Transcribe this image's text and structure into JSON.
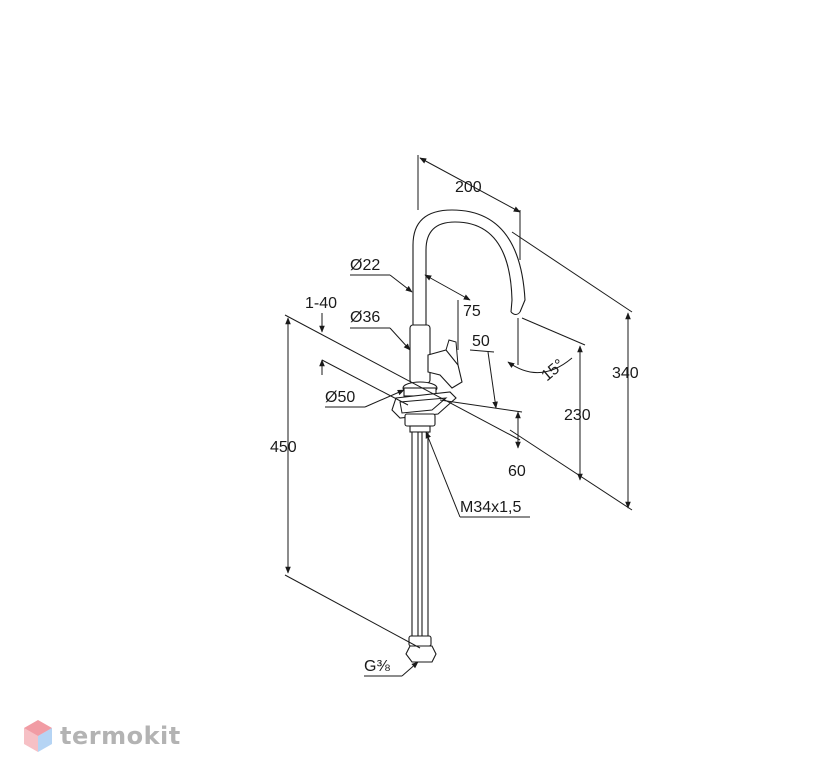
{
  "labels": {
    "spout_reach": "200",
    "height_total": "340",
    "pipe_diameter": "Ø22",
    "diameter_36": "Ø36",
    "diameter_50": "Ø50",
    "dim_75": "75",
    "dim_50": "50",
    "thickness": "1-40",
    "angle": "15°",
    "height_230": "230",
    "height_60": "60",
    "length_450": "450",
    "thread": "M34x1,5",
    "connection": "G⅜"
  },
  "watermark": {
    "brand": "termokit"
  },
  "colors": {
    "ink": "#1a1a1a",
    "watermark": "#b3b3b3",
    "logo_red": "#e64a5a",
    "logo_blue": "#5aa0e6"
  }
}
